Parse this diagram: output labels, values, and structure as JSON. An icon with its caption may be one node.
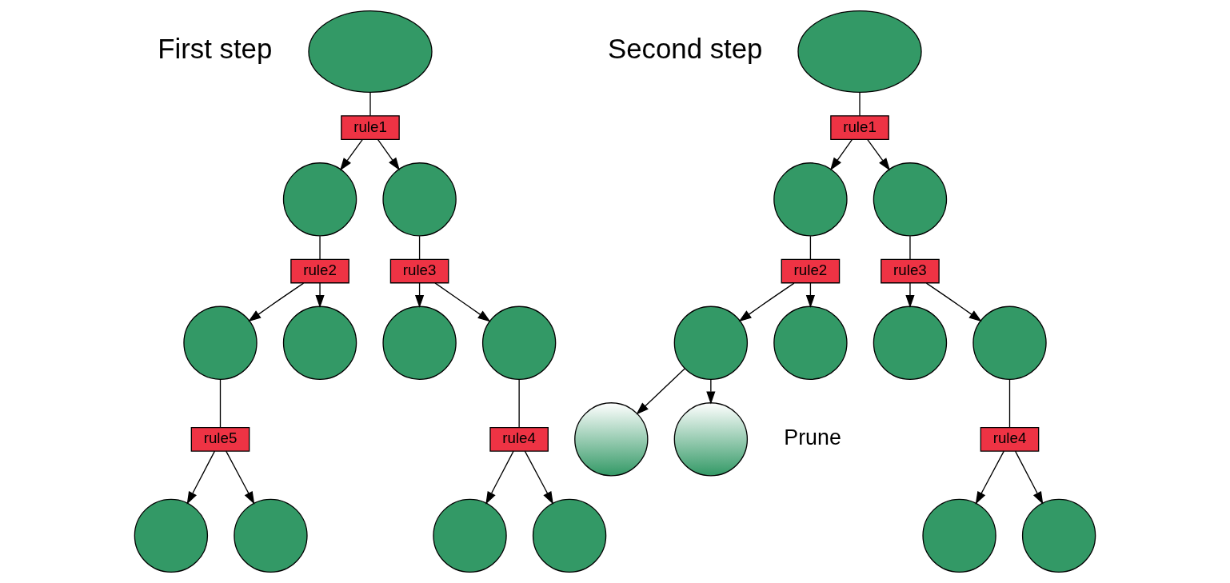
{
  "diagram": {
    "nodes": [
      {
        "text": [],
        "shape": "circle"
      },
      {
        "text": [
          "rule1"
        ]
      },
      {
        "text": [],
        "shape": "circle"
      },
      {
        "text": [],
        "shape": "circle"
      },
      {
        "text": [
          "rule2"
        ]
      },
      {
        "text": [
          "rule3"
        ]
      },
      {
        "text": [],
        "shape": "circle"
      },
      {
        "text": [],
        "shape": "circle"
      },
      {
        "text": [],
        "shape": "circle"
      },
      {
        "text": [],
        "shape": "circle"
      },
      {
        "text": [
          "rule5"
        ]
      },
      {
        "text": [
          "rule4"
        ]
      },
      {
        "text": [],
        "shape": "circle"
      },
      {
        "text": [],
        "shape": "circle"
      },
      {
        "text": [],
        "shape": "circle"
      },
      {
        "text": [],
        "shape": "circle"
      },
      {
        "text": [],
        "shape": "circle"
      },
      {
        "text": [
          "rule1"
        ]
      },
      {
        "text": [],
        "shape": "circle"
      },
      {
        "text": [],
        "shape": "circle"
      },
      {
        "text": [
          "rule2"
        ]
      },
      {
        "text": [
          "rule3"
        ]
      },
      {
        "text": [],
        "shape": "circle"
      },
      {
        "text": [],
        "shape": "circle"
      },
      {
        "text": [],
        "shape": "circle"
      },
      {
        "text": [],
        "shape": "circle"
      },
      {
        "text": [
          "rule4"
        ]
      },
      {
        "text": [],
        "shape": "circle"
      },
      {
        "text": [],
        "shape": "circle"
      },
      {
        "text": [],
        "shape": "circle"
      },
      {
        "text": [],
        "shape": "circle"
      }
    ],
    "edges": [
      {
        "from": 0,
        "to": 1,
        "arrow": "none"
      },
      {
        "from": 1,
        "to": 2,
        "arrow": "to"
      },
      {
        "from": 1,
        "to": 3,
        "arrow": "to"
      },
      {
        "from": 2,
        "to": 4,
        "arrow": "none"
      },
      {
        "from": 3,
        "to": 5,
        "arrow": "none"
      },
      {
        "from": 4,
        "to": 6,
        "arrow": "to"
      },
      {
        "from": 4,
        "to": 7,
        "arrow": "to"
      },
      {
        "from": 5,
        "to": 8,
        "arrow": "to"
      },
      {
        "from": 5,
        "to": 9,
        "arrow": "to"
      },
      {
        "from": 6,
        "to": 10,
        "arrow": "none"
      },
      {
        "from": 9,
        "to": 11,
        "arrow": "none"
      },
      {
        "from": 10,
        "to": 12,
        "arrow": "to"
      },
      {
        "from": 10,
        "to": 13,
        "arrow": "to"
      },
      {
        "from": 11,
        "to": 14,
        "arrow": "to"
      },
      {
        "from": 11,
        "to": 15,
        "arrow": "to"
      },
      {
        "from": 16,
        "to": 17,
        "arrow": "none"
      },
      {
        "from": 17,
        "to": 18,
        "arrow": "to"
      },
      {
        "from": 17,
        "to": 19,
        "arrow": "to"
      },
      {
        "from": 18,
        "to": 20,
        "arrow": "none"
      },
      {
        "from": 19,
        "to": 21,
        "arrow": "none"
      },
      {
        "from": 20,
        "to": 22,
        "arrow": "to"
      },
      {
        "from": 20,
        "to": 23,
        "arrow": "to"
      },
      {
        "from": 21,
        "to": 24,
        "arrow": "to"
      },
      {
        "from": 21,
        "to": 25,
        "arrow": "to"
      },
      {
        "from": 22,
        "to": 27,
        "arrow": "to"
      },
      {
        "from": 22,
        "to": 28,
        "arrow": "to"
      },
      {
        "from": 25,
        "to": 26,
        "arrow": "none"
      },
      {
        "from": 26,
        "to": 29,
        "arrow": "to"
      },
      {
        "from": 26,
        "to": 30,
        "arrow": "to"
      }
    ],
    "labels": [
      "First step",
      "Second step",
      "Prune"
    ]
  }
}
